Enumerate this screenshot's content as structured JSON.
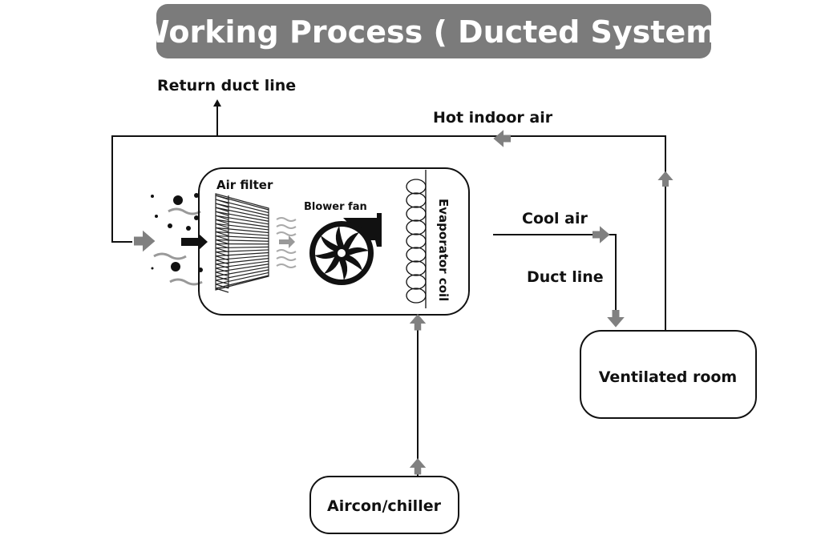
{
  "title": "Working Process ( Ducted System)",
  "labels": {
    "return_duct_line": "Return duct line",
    "hot_indoor_air": "Hot indoor air",
    "air_filter": "Air filter",
    "blower_fan": "Blower fan",
    "evaporator_coil": "Evaporator coil",
    "cool_air": "Cool air",
    "duct_line": "Duct line",
    "ventilated_room": "Ventilated room",
    "aircon_chiller": "Aircon/chiller"
  },
  "colors": {
    "title_bg": "#7b7b7b",
    "arrow": "#808080",
    "line": "#111111"
  }
}
